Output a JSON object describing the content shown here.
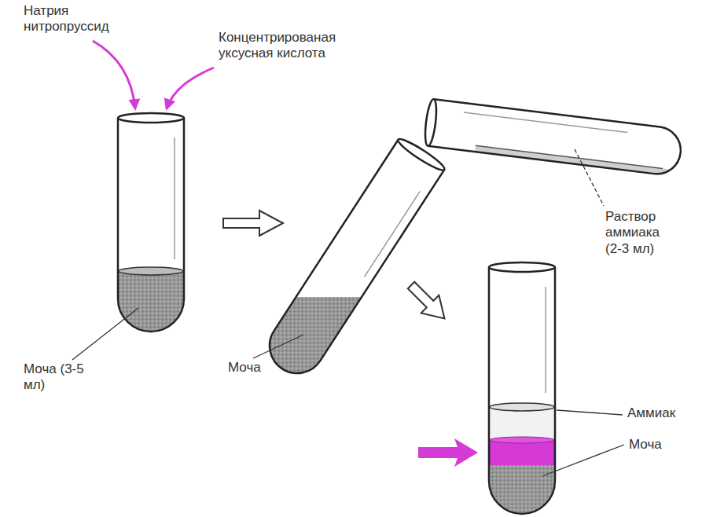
{
  "diagram": {
    "labels": [
      "Натрия нитропруссид",
      "Концентрированая уксусная кислота",
      "Моча (3-5 мл)",
      "Моча",
      "Раствор аммиака (2-3 мл)",
      "Аммиак",
      "Моча"
    ]
  }
}
